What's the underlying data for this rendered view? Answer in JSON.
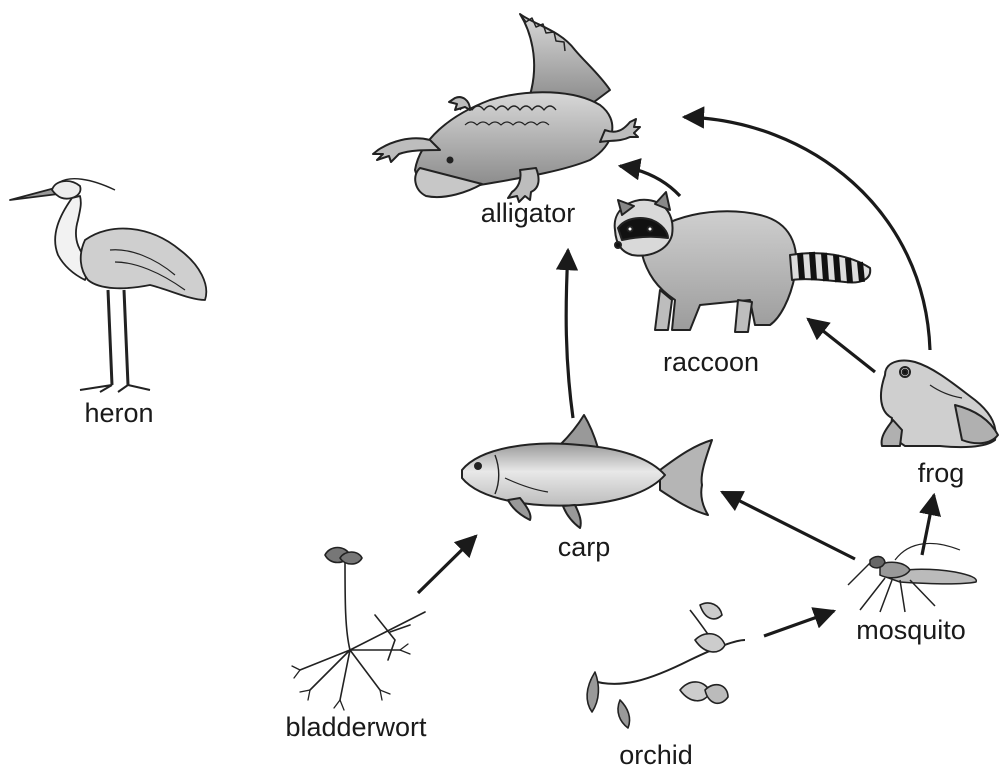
{
  "organisms": {
    "alligator": "alligator",
    "raccoon": "raccoon",
    "heron": "heron",
    "carp": "carp",
    "frog": "frog",
    "bladderwort": "bladderwort",
    "mosquito": "mosquito",
    "orchid": "orchid"
  },
  "arrows": [
    {
      "from": "carp",
      "to": "alligator"
    },
    {
      "from": "raccoon",
      "to": "alligator"
    },
    {
      "from": "frog",
      "to": "alligator"
    },
    {
      "from": "frog",
      "to": "raccoon"
    },
    {
      "from": "mosquito",
      "to": "frog"
    },
    {
      "from": "mosquito",
      "to": "carp"
    },
    {
      "from": "bladderwort",
      "to": "carp"
    },
    {
      "from": "orchid",
      "to": "mosquito"
    }
  ]
}
